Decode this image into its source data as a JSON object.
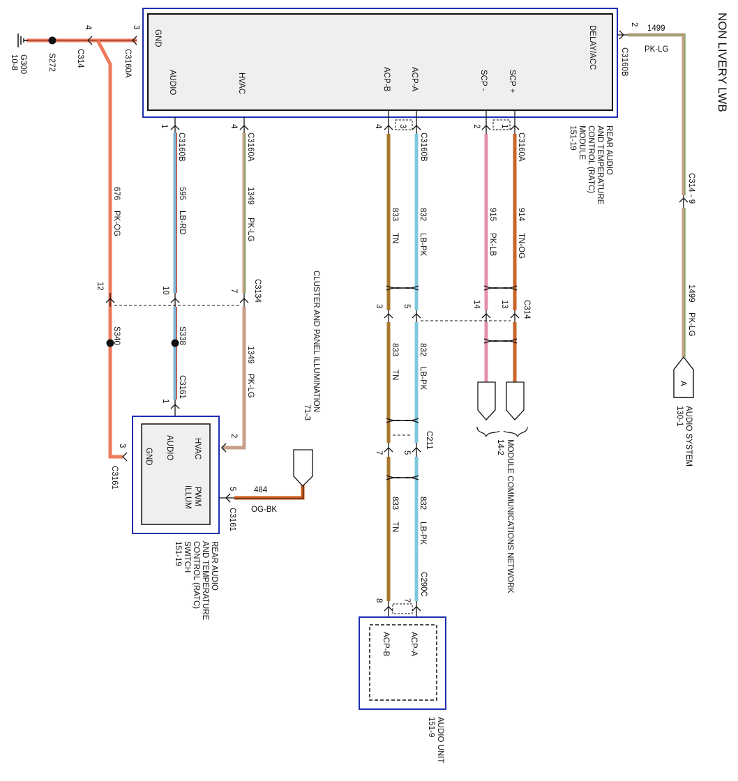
{
  "title": "NON LIVERY LWB",
  "colors": {
    "PK-OG": "#f07a5e",
    "LB-RD": "#7ab8d8",
    "PK-LG": "#c9a08a",
    "LB-PK": "#7ec8de",
    "TN": "#a8782e",
    "PK-LB": "#e58fb0",
    "TN-OG": "#c8662a",
    "OG-BK": "#cf5a1a",
    "module_border": "#1f2fb0",
    "module_fill": "#efefef"
  },
  "ground": {
    "ref": "G300",
    "ref_page": "10-8",
    "splice": "S272",
    "pin": "4",
    "connector": "C314"
  },
  "ratc_module": {
    "name_lines": [
      "REAR AUDIO",
      "AND TEMPERATURE",
      "CONTROL (RATC)",
      "MODULE",
      "151-19"
    ],
    "pins": {
      "gnd": "GND",
      "audio": "AUDIO",
      "hvac": "HVAC",
      "acp_b": "ACP-B",
      "acp_a": "ACP-A",
      "scp_minus": "SCP -",
      "scp_plus": "SCP +",
      "delay_acc": "DELAY/ACC"
    },
    "gnd_pin": "3",
    "gnd_connector": "C3160A",
    "delay_pin": "2",
    "delay_connector": "C3160B"
  },
  "module_connectors": [
    {
      "pin": "1",
      "connector": "C3160B"
    },
    {
      "pin": "4",
      "connector": "C3160A"
    },
    {
      "pin": "4",
      "connector": ""
    },
    {
      "pin": "3",
      "connector": "C3160B"
    },
    {
      "pin": "2",
      "connector": ""
    },
    {
      "pin": "1",
      "connector": "C3160A"
    }
  ],
  "wires": [
    {
      "circuit": "676",
      "color": "PK-OG"
    },
    {
      "circuit": "595",
      "color": "LB-RD"
    },
    {
      "circuit": "1349",
      "color": "PK-LG"
    },
    {
      "circuit": "833",
      "color": "TN"
    },
    {
      "circuit": "832",
      "color": "LB-PK"
    },
    {
      "circuit": "915",
      "color": "PK-LB"
    },
    {
      "circuit": "914",
      "color": "TN-OG"
    },
    {
      "circuit": "1499",
      "color": "PK-LG"
    }
  ],
  "c3134": {
    "connector": "C3134",
    "pins": [
      "12",
      "10",
      "7"
    ]
  },
  "c314": {
    "connector": "C314",
    "pins": [
      "3",
      "5",
      "14",
      "13"
    ],
    "inline": "C314 - 9"
  },
  "splices": {
    "s340": "S340",
    "s338": "S338"
  },
  "lower_wires": {
    "c3161_pin": "1",
    "c3161": "C3161",
    "circuit_1349": "1349",
    "color_pk_lg": "PK-LG",
    "circuit_833": "833",
    "color_tn": "TN",
    "circuit_832": "832",
    "color_lb_pk": "LB-PK"
  },
  "c211": {
    "connector": "C211",
    "pins": [
      "7",
      "5"
    ]
  },
  "c290c": {
    "connector": "C290C",
    "pins": [
      "8",
      "7"
    ]
  },
  "switch": {
    "name_lines": [
      "REAR AUDIO",
      "AND TEMPERATURE",
      "CONTROL (RATC)",
      "SWITCH",
      "151-19"
    ],
    "pins": {
      "hvac": "HVAC",
      "audio": "AUDIO",
      "gnd": "GND",
      "pwm_1": "PWM",
      "pwm_2": "ILLUM"
    },
    "pin_hvac": "2",
    "pin_audio": "1",
    "pin_gnd": "3",
    "pin_gnd_connector": "C3161",
    "pin_pwm": "5",
    "pin_pwm_connector": "C3161"
  },
  "illumination": {
    "title": "CLUSTER AND PANEL ILLUMINATION",
    "ref": "71-3",
    "circuit": "484",
    "color": "OG-BK"
  },
  "mcn": {
    "title": "MODULE COMMUNICATIONS NETWORK",
    "ref": "14-2"
  },
  "audio_system": {
    "title": "AUDIO SYSTEM",
    "ref": "130-1",
    "letter": "A"
  },
  "audio_unit": {
    "title": "AUDIO UNIT",
    "ref": "151-9",
    "pin_acp_a": "ACP-A",
    "pin_acp_b": "ACP-B"
  }
}
